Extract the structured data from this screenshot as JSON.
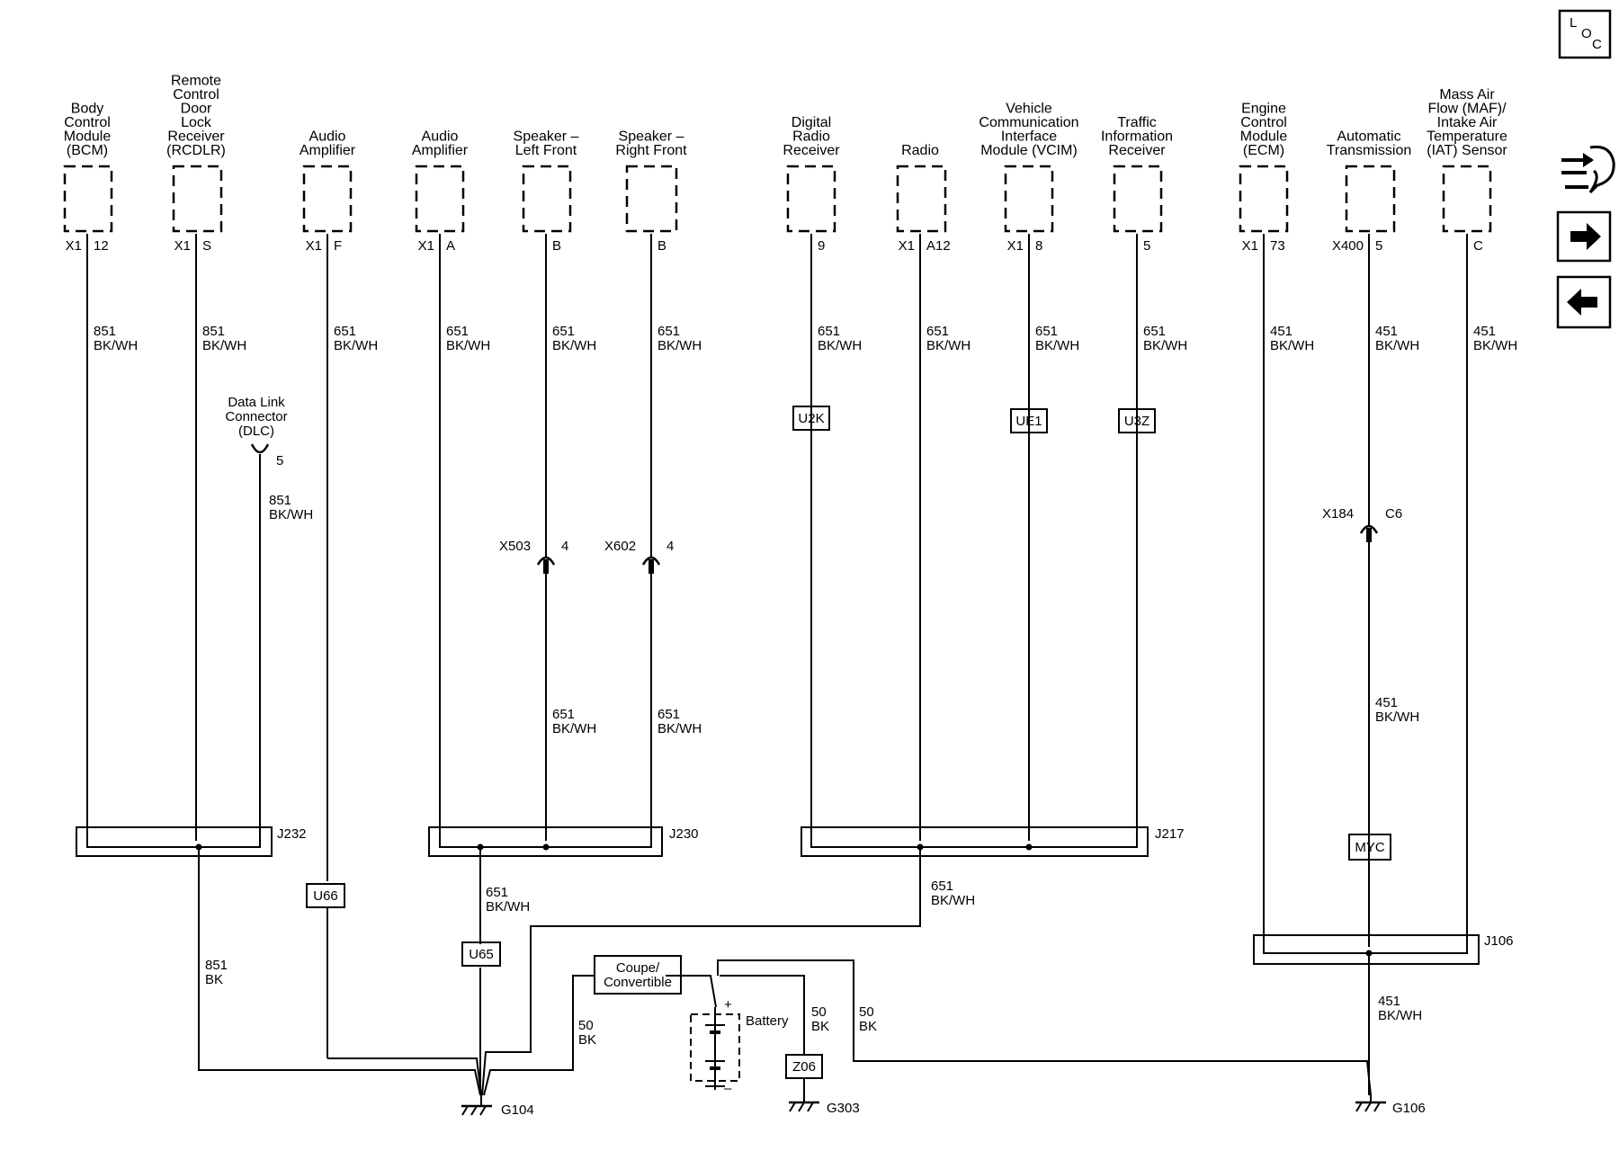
{
  "components": [
    {
      "id": "bcm",
      "name": [
        "Body",
        "Control",
        "Module",
        "(BCM)"
      ],
      "conn": "X1",
      "pin": "12",
      "wire_circuit": "851",
      "wire_color": "BK/WH"
    },
    {
      "id": "rcdlr",
      "name": [
        "Remote",
        "Control",
        "Door",
        "Lock",
        "Receiver",
        "(RCDLR)"
      ],
      "conn": "X1",
      "pin": "S",
      "wire_circuit": "851",
      "wire_color": "BK/WH"
    },
    {
      "id": "amp1",
      "name": [
        "Audio",
        "Amplifier"
      ],
      "conn": "X1",
      "pin": "F",
      "wire_circuit": "651",
      "wire_color": "BK/WH"
    },
    {
      "id": "amp2",
      "name": [
        "Audio",
        "Amplifier"
      ],
      "conn": "X1",
      "pin": "A",
      "wire_circuit": "651",
      "wire_color": "BK/WH"
    },
    {
      "id": "spk_lf",
      "name": [
        "Speaker –",
        "Left Front"
      ],
      "conn": "",
      "pin": "B",
      "wire_circuit": "651",
      "wire_color": "BK/WH"
    },
    {
      "id": "spk_rf",
      "name": [
        "Speaker –",
        "Right Front"
      ],
      "conn": "",
      "pin": "B",
      "wire_circuit": "651",
      "wire_color": "BK/WH"
    },
    {
      "id": "drr",
      "name": [
        "Digital",
        "Radio",
        "Receiver"
      ],
      "conn": "",
      "pin": "9",
      "wire_circuit": "651",
      "wire_color": "BK/WH"
    },
    {
      "id": "radio",
      "name": [
        "Radio"
      ],
      "conn": "X1",
      "pin": "A12",
      "wire_circuit": "651",
      "wire_color": "BK/WH"
    },
    {
      "id": "vcim",
      "name": [
        "Vehicle",
        "Communication",
        "Interface",
        "Module (VCIM)"
      ],
      "conn": "X1",
      "pin": "8",
      "wire_circuit": "651",
      "wire_color": "BK/WH"
    },
    {
      "id": "tir",
      "name": [
        "Traffic",
        "Information",
        "Receiver"
      ],
      "conn": "",
      "pin": "5",
      "wire_circuit": "651",
      "wire_color": "BK/WH"
    },
    {
      "id": "ecm",
      "name": [
        "Engine",
        "Control",
        "Module",
        "(ECM)"
      ],
      "conn": "X1",
      "pin": "73",
      "wire_circuit": "451",
      "wire_color": "BK/WH"
    },
    {
      "id": "trans",
      "name": [
        "Automatic",
        "Transmission"
      ],
      "conn": "X400",
      "pin": "5",
      "wire_circuit": "451",
      "wire_color": "BK/WH"
    },
    {
      "id": "maf",
      "name": [
        "Mass Air",
        "Flow (MAF)/",
        "Intake Air",
        "Temperature",
        "(IAT) Sensor"
      ],
      "conn": "",
      "pin": "C",
      "wire_circuit": "451",
      "wire_color": "BK/WH"
    }
  ],
  "dlc": {
    "name": [
      "Data Link",
      "Connector",
      "(DLC)"
    ],
    "pin": "5",
    "wire_circuit": "851",
    "wire_color": "BK/WH"
  },
  "inline_connectors": [
    {
      "id": "x503",
      "name": "X503",
      "pin": "4",
      "wire_circuit": "651",
      "wire_color": "BK/WH"
    },
    {
      "id": "x602",
      "name": "X602",
      "pin": "4",
      "wire_circuit": "651",
      "wire_color": "BK/WH"
    },
    {
      "id": "x184",
      "name": "X184",
      "pin": "C6",
      "wire_circuit": "451",
      "wire_color": "BK/WH"
    }
  ],
  "options": [
    "U2K",
    "UE1",
    "U3Z",
    "U66",
    "U65",
    "MYC",
    "Z06"
  ],
  "option_coupe": [
    "Coupe/",
    "Convertible"
  ],
  "splices": [
    "J232",
    "J230",
    "J217",
    "J106"
  ],
  "output_wires": {
    "j232": {
      "circuit": "851",
      "color": "BK"
    },
    "j230": {
      "circuit": "651",
      "color": "BK/WH"
    },
    "j217": {
      "circuit": "651",
      "color": "BK/WH"
    },
    "j106": {
      "circuit": "451",
      "color": "BK/WH"
    },
    "coupe": {
      "circuit": "50",
      "color": "BK"
    },
    "battery_g303": {
      "circuit": "50",
      "color": "BK"
    },
    "battery_g106": {
      "circuit": "50",
      "color": "BK"
    }
  },
  "battery": {
    "label": "Battery",
    "plus": "+",
    "minus": "–"
  },
  "grounds": [
    "G104",
    "G303",
    "G106"
  ],
  "nav": {
    "loc_letters": [
      "L",
      "O",
      "C"
    ],
    "icons": [
      "connector-end-view-icon",
      "next-page-arrow-icon",
      "previous-page-arrow-icon"
    ]
  },
  "colors": {
    "line": "#000000",
    "background": "#ffffff"
  }
}
